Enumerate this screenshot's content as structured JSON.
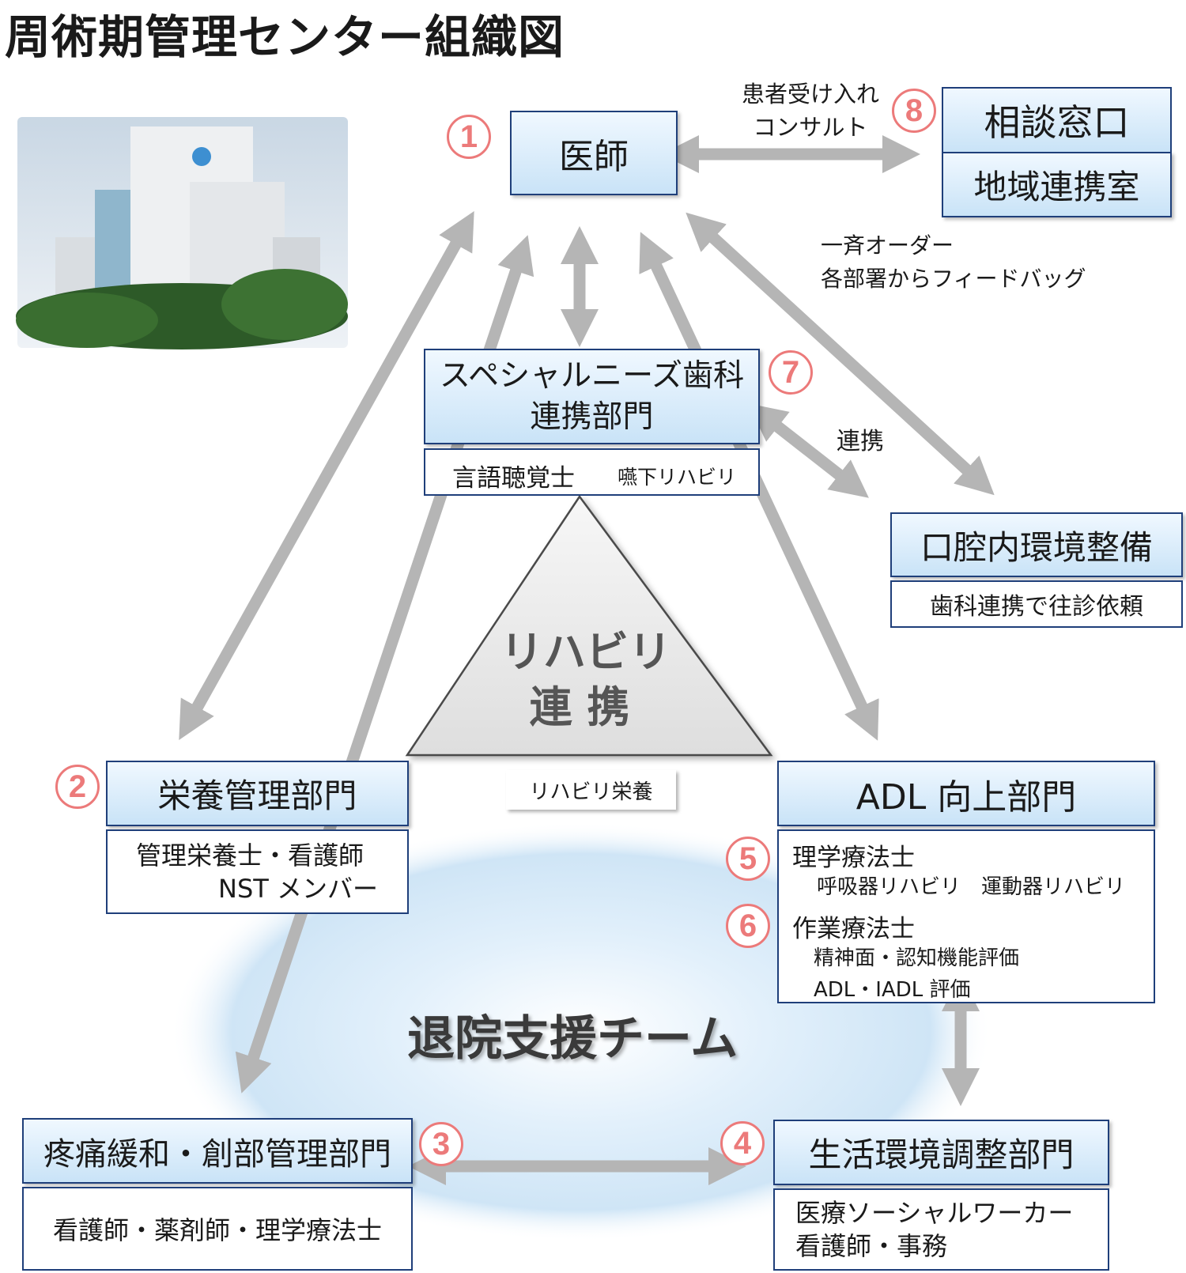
{
  "title": "周術期管理センター組織図",
  "photo": {
    "subject": "hospital building photo"
  },
  "doctor": {
    "num": "1",
    "label": "医師"
  },
  "consult": {
    "num": "8",
    "line1": "相談窓口",
    "line2": "地域連携室"
  },
  "arrow_consult": {
    "line1": "患者受け入れ",
    "line2": "コンサルト"
  },
  "arrow_order": {
    "line1": "一斉オーダー",
    "line2": "各部署からフィードバッグ"
  },
  "special_dental": {
    "num": "7",
    "line1": "スペシャルニーズ歯科",
    "line2": "連携部門",
    "sub1": "言語聴覚士",
    "sub2": "嚥下リハビリ"
  },
  "arrow_dental": {
    "label": "連携"
  },
  "oral": {
    "label": "口腔内環境整備",
    "sub": "歯科連携で往診依頼"
  },
  "triangle": {
    "line1": "リハビリ",
    "line2": "連 携",
    "note": "リハビリ栄養"
  },
  "nutrition": {
    "num": "2",
    "label": "栄養管理部門",
    "sub1": "管理栄養士・看護師",
    "sub2": "NST メンバー"
  },
  "adl": {
    "label": "ADL 向上部門",
    "num5": "5",
    "pt": "理学療法士",
    "pt_sub": "呼吸器リハビリ　運動器リハビリ",
    "num6": "6",
    "ot": "作業療法士",
    "ot_sub1": "精神面・認知機能評価",
    "ot_sub2": "ADL・IADL 評価"
  },
  "discharge": {
    "label": "退院支援チーム"
  },
  "pain": {
    "num": "3",
    "label": "疼痛緩和・創部管理部門",
    "sub": "看護師・薬剤師・理学療法士"
  },
  "life": {
    "num": "4",
    "label": "生活環境調整部門",
    "sub1": "医療ソーシャルワーカー",
    "sub2": "看護師・事務"
  }
}
